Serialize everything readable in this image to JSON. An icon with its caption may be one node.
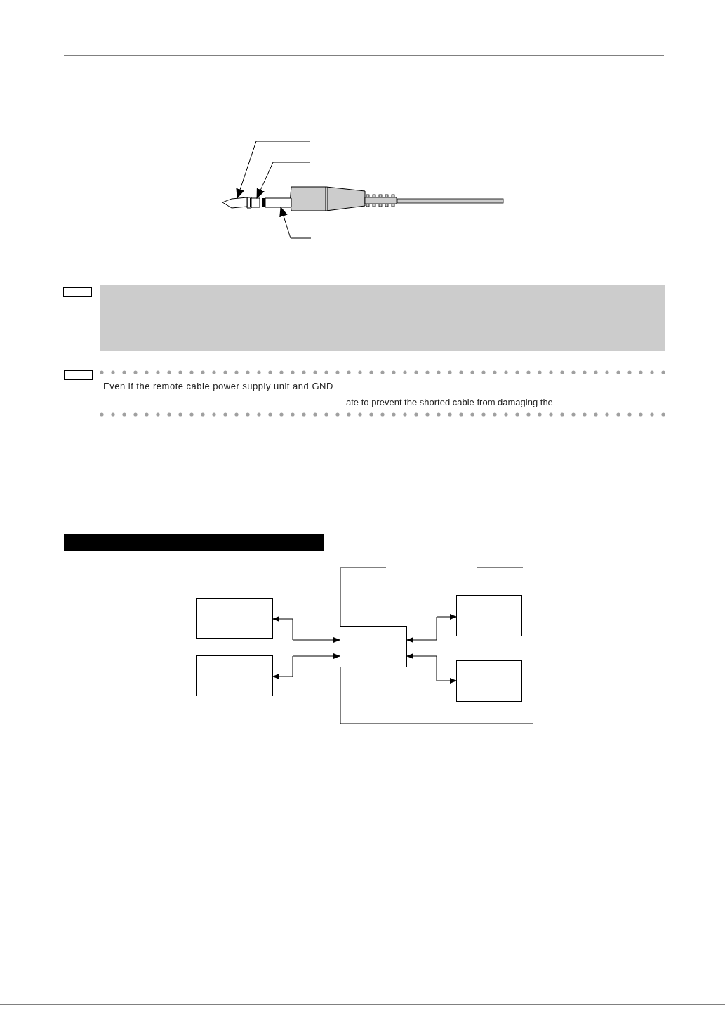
{
  "diagram": {
    "nodes": [
      {
        "text": [],
        "shape": "box"
      },
      {
        "text": [],
        "shape": "box"
      },
      {
        "text": [],
        "shape": "box"
      },
      {
        "text": [],
        "shape": "bar"
      },
      {
        "text": [],
        "shape": "box"
      },
      {
        "text": [],
        "shape": "box"
      },
      {
        "text": [],
        "shape": "box"
      },
      {
        "text": [],
        "shape": "box"
      },
      {
        "text": [],
        "shape": "box"
      }
    ],
    "edges": [
      {
        "from": null,
        "to": 0,
        "arrow": "to"
      },
      {
        "from": null,
        "to": 1,
        "arrow": "to"
      },
      {
        "from": null,
        "to": 2,
        "arrow": "to"
      },
      {
        "from": 6,
        "to": 4,
        "arrow": "both"
      },
      {
        "from": 6,
        "to": 5,
        "arrow": "both"
      },
      {
        "from": 6,
        "to": 7,
        "arrow": "both"
      },
      {
        "from": 6,
        "to": 8,
        "arrow": "both"
      }
    ],
    "labels": [
      "Even if the remote cable power supply unit and GND",
      "ate to prevent the shorted cable from damaging the"
    ]
  }
}
